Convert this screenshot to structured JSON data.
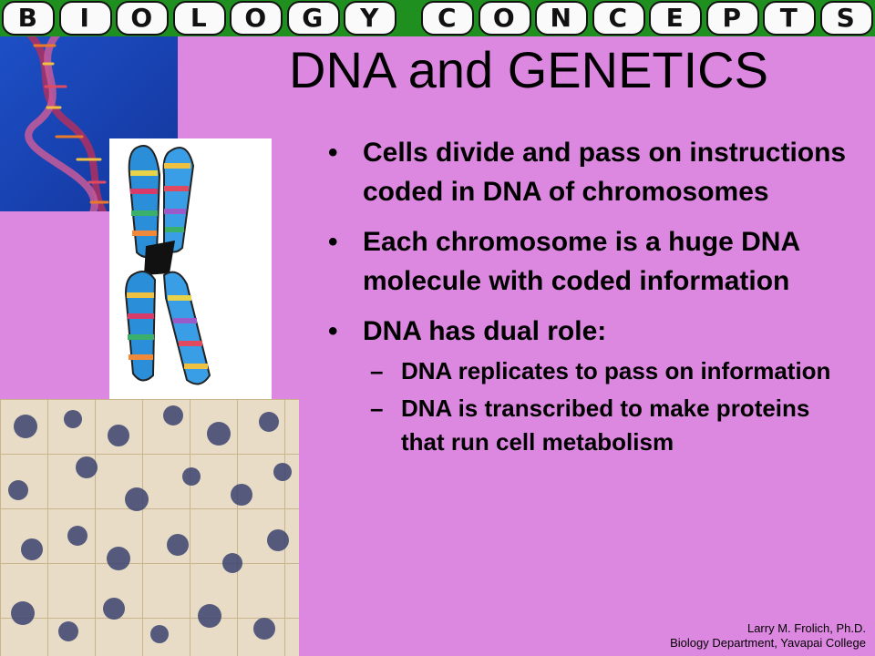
{
  "banner": {
    "text": "BIOLOGY CONCEPTS",
    "color": "#1f8f1f"
  },
  "slide": {
    "title": "DNA and GENETICS",
    "bullets": [
      {
        "text": "Cells divide and pass on instructions coded in DNA of chromosomes"
      },
      {
        "text": "Each chromosome is a huge DNA molecule with coded information"
      },
      {
        "text": "DNA has dual role:",
        "subs": [
          "DNA replicates to pass on information",
          "DNA is transcribed to make proteins that run cell metabolism"
        ]
      }
    ],
    "bullet_marker": "•",
    "sub_marker": "–"
  },
  "credit": {
    "line1": "Larry M. Frolich, Ph.D.",
    "line2": "Biology Department, Yavapai College"
  },
  "colors": {
    "background": "#dd88e0",
    "dna_bg": "#1d4fc6"
  }
}
